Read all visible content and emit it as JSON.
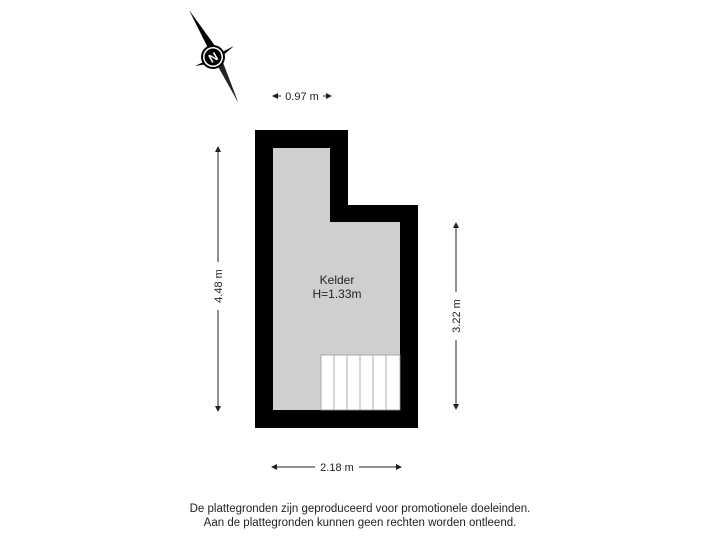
{
  "compass": {
    "letter": "N"
  },
  "dimensions": {
    "top": "0.97 m",
    "left": "4.48 m",
    "right": "3.22 m",
    "bottom": "2.18 m"
  },
  "room": {
    "name": "Kelder",
    "height": "H=1.33m"
  },
  "disclaimer": {
    "line1": "De plattegronden zijn geproduceerd voor promotionele doeleinden.",
    "line2": "Aan de plattegronden kunnen geen rechten worden ontleend."
  },
  "colors": {
    "wall": "#000000",
    "floor": "#cfcfd0",
    "stairs": "#ffffff",
    "dimension_line": "#222222"
  }
}
